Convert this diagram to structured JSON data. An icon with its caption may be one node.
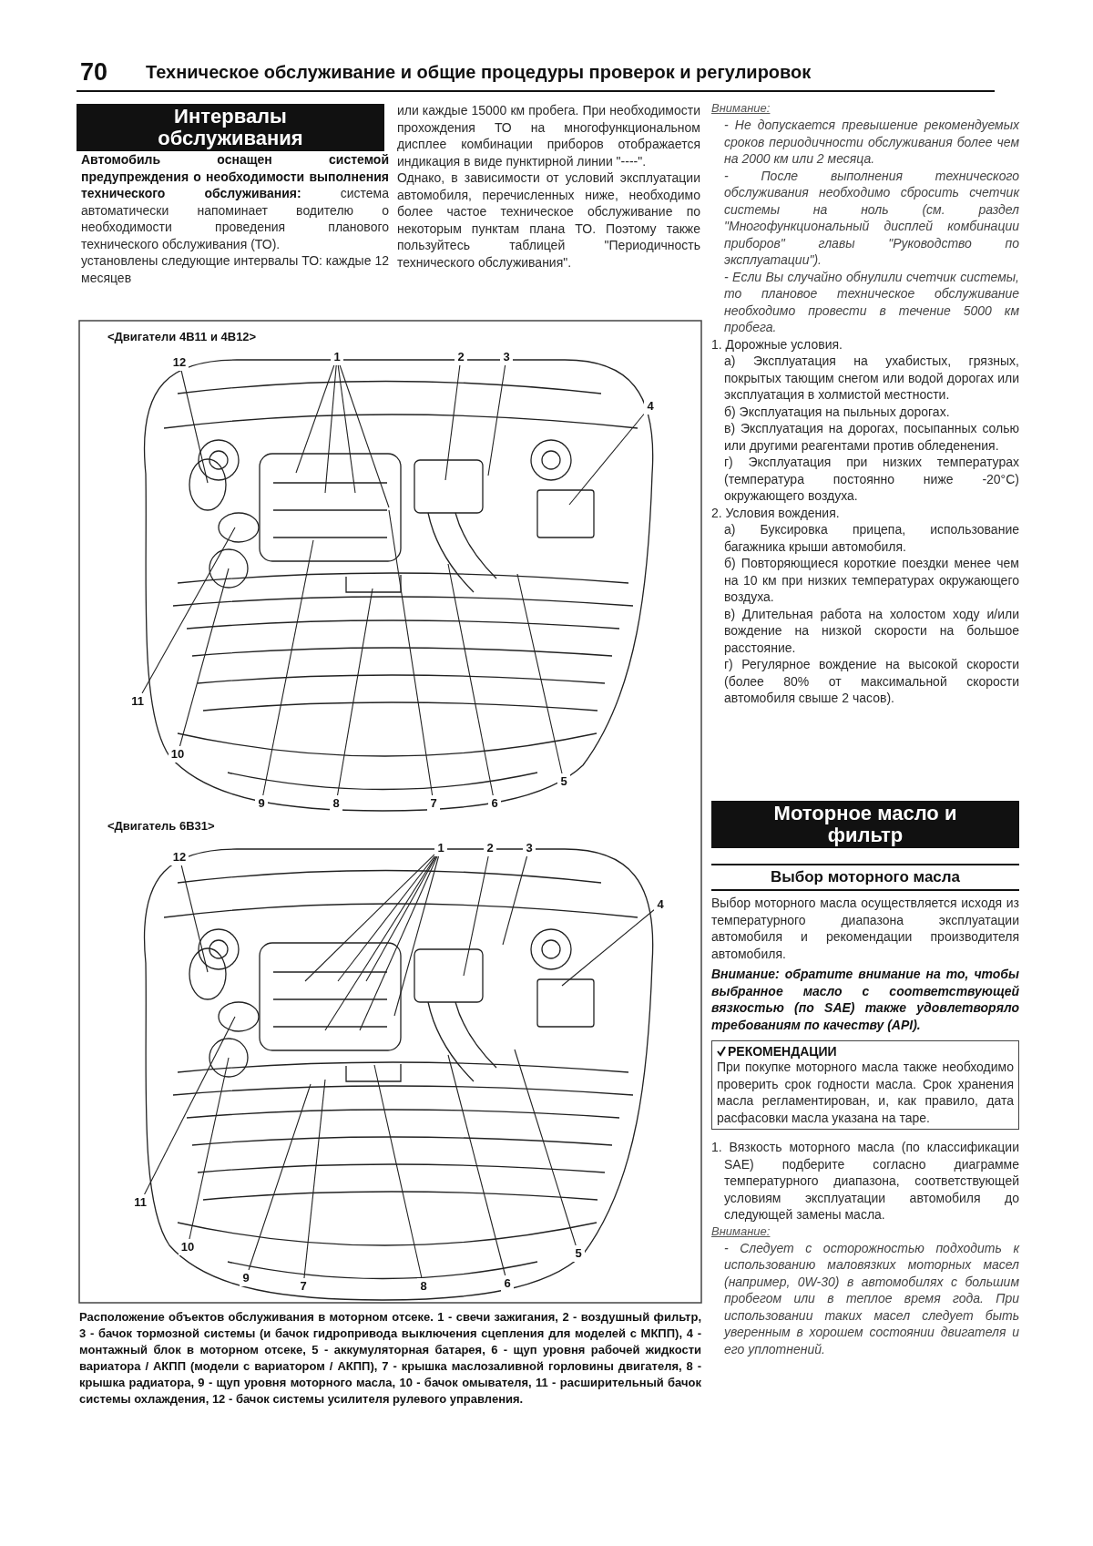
{
  "diagram": {
    "title": "Техническое обслуживание и общие процедуры проверок и регулировок",
    "caption": "Расположение объектов обслуживания в моторном отсеке. 1 - свечи зажигания, 2 - воздушный фильтр, 3 - бачок тормозной системы (и бачок гидропривода выключения сцепления для моделей с МКПП), 4 - монтажный блок в моторном отсеке, 5 - аккумуляторная батарея, 6 - щуп уровня рабочей жидкости вариатора / АКПП (модели с вариатором / АКПП), 7 - крышка маслозаливной горловины двигателя, 8 - крышка радиатора, 9 - щуп уровня моторного масла, 10 - бачок омывателя, 11 - расширительный бачок системы охлаждения, 12 - бачок системы усилителя рулевого управления.",
    "nodes": [
      {
        "text": [
          "Интервалы обслуживания"
        ]
      },
      {
        "text": [
          "1"
        ]
      },
      {
        "text": [
          "2"
        ]
      },
      {
        "text": [
          "3"
        ]
      },
      {
        "text": [
          "4"
        ]
      },
      {
        "text": [
          "5"
        ]
      },
      {
        "text": [
          "6"
        ]
      },
      {
        "text": [
          "7"
        ]
      },
      {
        "text": [
          "8"
        ]
      },
      {
        "text": [
          "9"
        ]
      },
      {
        "text": [
          "10"
        ]
      },
      {
        "text": [
          "11"
        ]
      },
      {
        "text": [
          "12"
        ]
      },
      {
        "text": [
          "1"
        ]
      },
      {
        "text": [
          "2"
        ]
      },
      {
        "text": [
          "3"
        ]
      },
      {
        "text": [
          "4"
        ]
      },
      {
        "text": [
          "5"
        ]
      },
      {
        "text": [
          "6"
        ]
      },
      {
        "text": [
          "7"
        ]
      },
      {
        "text": [
          "8"
        ]
      },
      {
        "text": [
          "9"
        ]
      },
      {
        "text": [
          "10"
        ]
      },
      {
        "text": [
          "11"
        ]
      },
      {
        "text": [
          "12"
        ]
      },
      {
        "text": [
          "Моторное масло и фильтр"
        ]
      },
      {
        "text": [
          "РЕКОМЕНДАЦИИ",
          "При покупке моторного масла также необходимо проверить срок годности масла. Срок хранения масла регламентирован, и, как правило, дата расфасовки масла указана на таре."
        ]
      }
    ],
    "edges": [
      {
        "from": 1,
        "to": null,
        "arrow": "none"
      },
      {
        "from": 1,
        "to": null,
        "arrow": "none"
      },
      {
        "from": 1,
        "to": null,
        "arrow": "none"
      },
      {
        "from": 1,
        "to": null,
        "arrow": "none"
      },
      {
        "from": 2,
        "to": null,
        "arrow": "none"
      },
      {
        "from": 3,
        "to": null,
        "arrow": "none"
      },
      {
        "from": 4,
        "to": null,
        "arrow": "none"
      },
      {
        "from": 5,
        "to": null,
        "arrow": "none"
      },
      {
        "from": 6,
        "to": null,
        "arrow": "none"
      },
      {
        "from": 7,
        "to": null,
        "arrow": "none"
      },
      {
        "from": 8,
        "to": null,
        "arrow": "none"
      },
      {
        "from": 9,
        "to": null,
        "arrow": "none"
      },
      {
        "from": 10,
        "to": null,
        "arrow": "none"
      },
      {
        "from": 11,
        "to": null,
        "arrow": "none"
      },
      {
        "from": 12,
        "to": null,
        "arrow": "none"
      },
      {
        "from": 13,
        "to": null,
        "arrow": "none"
      },
      {
        "from": 13,
        "to": null,
        "arrow": "none"
      },
      {
        "from": 13,
        "to": null,
        "arrow": "none"
      },
      {
        "from": 13,
        "to": null,
        "arrow": "none"
      },
      {
        "from": 13,
        "to": null,
        "arrow": "none"
      },
      {
        "from": 13,
        "to": null,
        "arrow": "none"
      },
      {
        "from": 14,
        "to": null,
        "arrow": "none"
      },
      {
        "from": 15,
        "to": null,
        "arrow": "none"
      },
      {
        "from": 16,
        "to": null,
        "arrow": "none"
      },
      {
        "from": 17,
        "to": null,
        "arrow": "none"
      },
      {
        "from": 18,
        "to": null,
        "arrow": "none"
      },
      {
        "from": 19,
        "to": null,
        "arrow": "none"
      },
      {
        "from": 20,
        "to": null,
        "arrow": "none"
      },
      {
        "from": 21,
        "to": null,
        "arrow": "none"
      },
      {
        "from": 22,
        "to": null,
        "arrow": "none"
      },
      {
        "from": 23,
        "to": null,
        "arrow": "none"
      },
      {
        "from": 24,
        "to": null,
        "arrow": "none"
      }
    ],
    "labels": [
      "70",
      "**Автомобиль оснащен системой предупреждения о необходимости выполнения технического обслуживания:** система автоматически напоминает водителю о необходимости проведения планового технического обслуживания (ТО).",
      "установлены следующие интервалы ТО: каждые 12 месяцев",
      "или каждые 15000 км пробега. При необходимости прохождения ТО на многофункциональном дисплее комбинации приборов отображается индикация в виде пунктирной линии \"----\".",
      "Однако, в зависимости от условий эксплуатации автомобиля, перечисленных ниже, необходимо более частое техническое обслуживание по некоторым пунктам плана ТО. Поэтому также пользуйтесь таблицей \"Периодичность технического обслуживания\".",
      "<Двигатели 4B11 и 4B12>",
      "<Двигатель 6B31>",
      "Внимание:",
      "- Не допускается превышение рекомендуемых сроков периодичности обслуживания более чем на 2000 км или 2 месяца.",
      "- После выполнения технического обслуживания необходимо сбросить счетчик системы на ноль (см. раздел \"Многофункциональный дисплей комбинации приборов\" главы \"Руководство по эксплуатации\").",
      "- Если Вы случайно обнулили счетчик системы, то плановое техническое обслуживание необходимо провести в течение 5000 км пробега.",
      "1. Дорожные условия.",
      "а) Эксплуатация на ухабистых, грязных, покрытых тающим снегом или водой дорогах или эксплуатация в холмистой местности.",
      "б) Эксплуатация на пыльных дорогах.",
      "в) Эксплуатация на дорогах, посыпанных солью или другими реагентами против обледенения.",
      "г) Эксплуатация при низких температурах (температура постоянно ниже -20°C) окружающего воздуха.",
      "2. Условия вождения.",
      "а) Буксировка прицепа, использование багажника крыши автомобиля.",
      "б) Повторяющиеся короткие поездки менее чем на 10 км при низких температурах окружающего воздуха.",
      "в) Длительная работа на холостом ходу и/или вождение на низкой скорости на большое расстояние.",
      "г) Регулярное вождение на высокой скорости (более 80% от максимальной скорости автомобиля свыше 2 часов).",
      "Выбор моторного масла",
      "Выбор моторного масла осуществляется исходя из температурного диапазона эксплуатации автомобиля и рекомендации производителя автомобиля.",
      "Внимание: обратите внимание на то, чтобы выбранное масло с соответствующей вязкостью (по SAE) также удовлетворяло требованиям по качеству (API).",
      "1. Вязкость моторного масла (по классификации SAE) подберите согласно диаграмме температурного диапазона, соответствующей условиям эксплуатации автомобиля до следующей замены масла.",
      "Внимание:",
      "- Следует с осторожностью подходить к использованию маловязких моторных масел (например, 0W-30) в автомобилях с большим пробегом или в теплое время года. При использовании таких масел следует быть уверенным в хорошем состоянии двигателя и его уплотнений."
    ]
  }
}
